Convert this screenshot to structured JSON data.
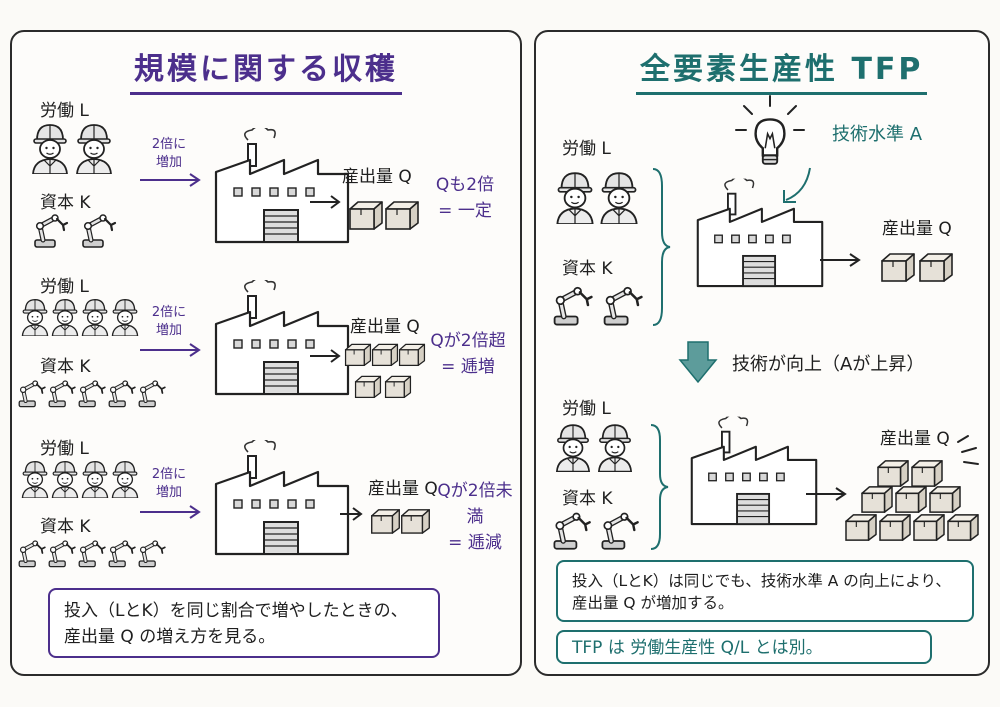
{
  "left": {
    "title": "規模に関する収穫",
    "rows": [
      {
        "labor": "労働 L",
        "capital": "資本 K",
        "arrow": "2倍に\n増加",
        "output": "産出量 Q",
        "result1": "Qも2倍",
        "result2": "= 一定"
      },
      {
        "labor": "労働 L",
        "capital": "資本 K",
        "arrow": "2倍に\n増加",
        "output": "産出量 Q",
        "result1": "Qが2倍超",
        "result2": "= 逓増"
      },
      {
        "labor": "労働 L",
        "capital": "資本 K",
        "arrow": "2倍に\n増加",
        "output": "産出量 Q",
        "result1": "Qが2倍未満",
        "result2": "= 逓減"
      }
    ],
    "note_line1": "投入（LとK）を同じ割合で増やしたときの、",
    "note_line2": "産出量 Q の増え方を見る。"
  },
  "right": {
    "title": "全要素生産性 TFP",
    "tech_label": "技術水準 A",
    "top": {
      "labor": "労働 L",
      "capital": "資本 K",
      "output": "産出量 Q"
    },
    "change_label": "技術が向上（Aが上昇）",
    "bottom": {
      "labor": "労働 L",
      "capital": "資本 K",
      "output": "産出量 Q"
    },
    "note_line1": "投入（LとK）は同じでも、技術水準 A の向上により、",
    "note_line2": "産出量 Q が増加する。",
    "tfp_note": "TFP は 労働生産性 Q/L とは別。"
  },
  "colors": {
    "purple": "#4c2f8c",
    "teal": "#1e6f6e",
    "box": "#e6e1d8"
  }
}
